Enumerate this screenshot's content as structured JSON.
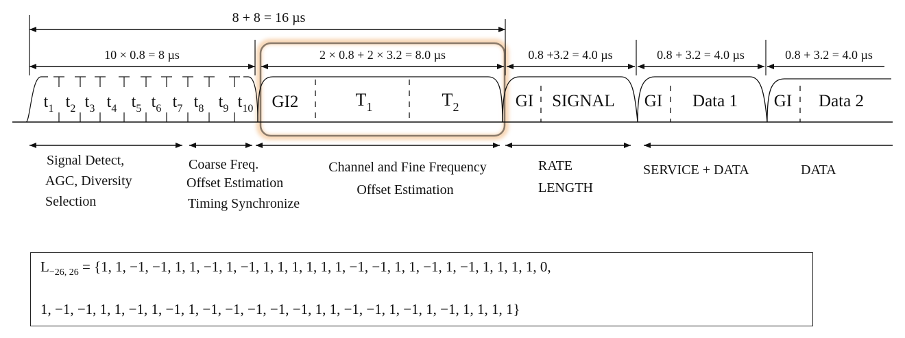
{
  "top_arrow": {
    "text": "8 + 8 = 16 µs"
  },
  "segments": {
    "short_training": {
      "duration": "10 × 0.8 = 8 µs",
      "symbols": [
        "t1",
        "t2",
        "t3",
        "t4",
        "t5",
        "t6",
        "t7",
        "t8",
        "t9",
        "t10"
      ]
    },
    "long_training": {
      "duration": "2 × 0.8 + 2 × 3.2 = 8.0 µs",
      "gi": "GI2",
      "t1": "T1",
      "t2": "T2"
    },
    "signal": {
      "duration": "0.8 +3.2 = 4.0 µs",
      "gi": "GI",
      "name": "SIGNAL"
    },
    "data1": {
      "duration": "0.8 + 3.2 = 4.0 µs",
      "gi": "GI",
      "name": "Data 1"
    },
    "data2": {
      "duration": "0.8 + 3.2 = 4.0 µs",
      "gi": "GI",
      "name": "Data 2"
    }
  },
  "functions": {
    "signal_detect": [
      "Signal Detect,",
      "AGC, Diversity",
      "Selection"
    ],
    "coarse_freq": [
      "Coarse Freq.",
      "Offset Estimation",
      "Timing Synchronize"
    ],
    "channel_fine": [
      "Channel and Fine Frequency",
      "Offset Estimation"
    ],
    "rate_length": [
      "RATE",
      "LENGTH"
    ],
    "service_data": "SERVICE + DATA",
    "data": "DATA"
  },
  "sequence": {
    "name": "L",
    "subscript": "−26, 26",
    "equals": " = ",
    "line1": "{1, 1, −1, −1, 1, 1, −1, 1, −1, 1, 1, 1, 1, 1, 1, −1, −1, 1, 1, −1, 1, −1, 1, 1, 1, 1, 0,",
    "line2": "1, −1, −1, 1, 1, −1, 1, −1, 1, −1, −1, −1, −1, −1, 1, 1, −1, −1, 1, −1, 1, −1, 1, 1, 1, 1}"
  },
  "colors": {
    "highlight": "#e8a060",
    "highlight_inner": "#7a6a5a",
    "line": "#111111"
  }
}
